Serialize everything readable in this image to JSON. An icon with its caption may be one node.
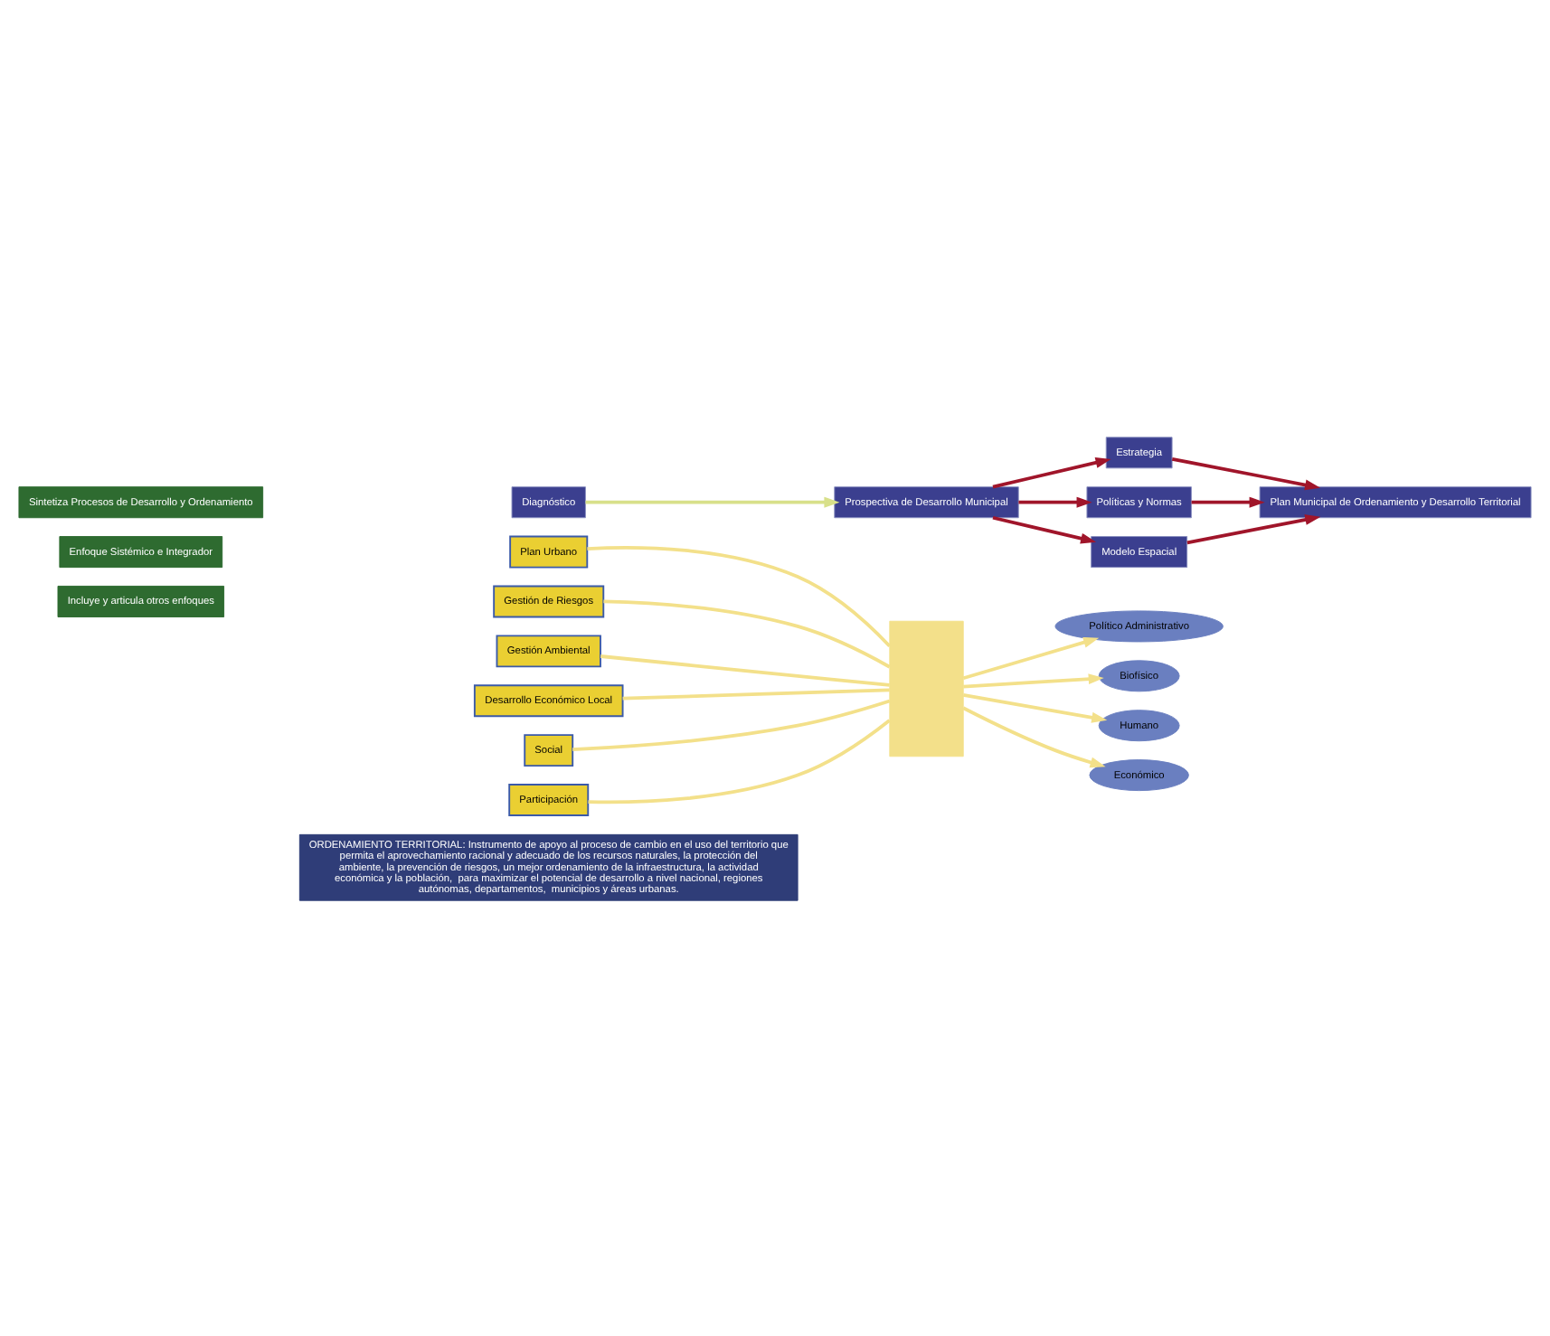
{
  "diagram": {
    "nodes": [
      {
        "text": [
          "Sintetiza Procesos de Desarrollo y Ordenamiento"
        ]
      },
      {
        "text": [
          "Diagnóstico"
        ]
      },
      {
        "text": [
          "Prospectiva de Desarrollo Municipal"
        ]
      },
      {
        "text": [
          "Estrategia"
        ]
      },
      {
        "text": [
          "Políticas y Normas"
        ]
      },
      {
        "text": [
          "Modelo Espacial"
        ]
      },
      {
        "text": [
          "Plan Municipal de Ordenamiento y Desarrollo Territorial"
        ]
      },
      {
        "text": [
          "Enfoque Sistémico e Integrador"
        ]
      },
      {
        "text": [
          "Político Administrativo"
        ]
      },
      {
        "text": [
          "Biofísico"
        ]
      },
      {
        "text": [
          "Humano"
        ]
      },
      {
        "text": [
          "Económico"
        ]
      },
      {
        "text": [
          "Incluye y articula otros enfoques"
        ]
      },
      {
        "text": [
          "Plan Urbano"
        ]
      },
      {
        "text": [
          "Gestión de Riesgos"
        ]
      },
      {
        "text": [
          "Gestión Ambiental"
        ]
      },
      {
        "text": [
          "Desarrollo Económico Local"
        ]
      },
      {
        "text": [
          "Social"
        ]
      },
      {
        "text": [
          "Participación"
        ]
      },
      {
        "text": [],
        "shape": "band"
      },
      {
        "text": [
          "ORDENAMIENTO TERRITORIAL: Instrumento de apoyo al proceso de cambio en el uso del territorio que permita el aprovechamiento racional y adecuado de los recursos naturales, la protección del ambiente, la prevención de riesgos, un mejor ordenamiento de la infraestructura, la actividad económica y la población,  para maximizar el potencial de desarrollo a nivel nacional, regiones autónomas, departamentos,  municipios y áreas urbanas."
        ]
      }
    ],
    "edges": [
      {
        "from": 1,
        "to": 2,
        "arrow": "to",
        "color": "#d8e08a"
      },
      {
        "from": 2,
        "to": 3,
        "arrow": "to",
        "color": "#a0152a"
      },
      {
        "from": 2,
        "to": 4,
        "arrow": "to",
        "color": "#a0152a"
      },
      {
        "from": 2,
        "to": 5,
        "arrow": "to",
        "color": "#a0152a"
      },
      {
        "from": 3,
        "to": 6,
        "arrow": "to",
        "color": "#a0152a"
      },
      {
        "from": 4,
        "to": 6,
        "arrow": "to",
        "color": "#a0152a"
      },
      {
        "from": 5,
        "to": 6,
        "arrow": "to",
        "color": "#a0152a"
      },
      {
        "from": 13,
        "to": 19,
        "arrow": "none",
        "color": "#f3e08a"
      },
      {
        "from": 14,
        "to": 19,
        "arrow": "none",
        "color": "#f3e08a"
      },
      {
        "from": 15,
        "to": 19,
        "arrow": "none",
        "color": "#f3e08a"
      },
      {
        "from": 16,
        "to": 19,
        "arrow": "none",
        "color": "#f3e08a"
      },
      {
        "from": 17,
        "to": 19,
        "arrow": "none",
        "color": "#f3e08a"
      },
      {
        "from": 18,
        "to": 19,
        "arrow": "none",
        "color": "#f3e08a"
      },
      {
        "from": 19,
        "to": 8,
        "arrow": "to",
        "color": "#f3e08a"
      },
      {
        "from": 19,
        "to": 9,
        "arrow": "to",
        "color": "#f3e08a"
      },
      {
        "from": 19,
        "to": 10,
        "arrow": "to",
        "color": "#f3e08a"
      },
      {
        "from": 19,
        "to": 11,
        "arrow": "to",
        "color": "#f3e08a"
      }
    ]
  }
}
